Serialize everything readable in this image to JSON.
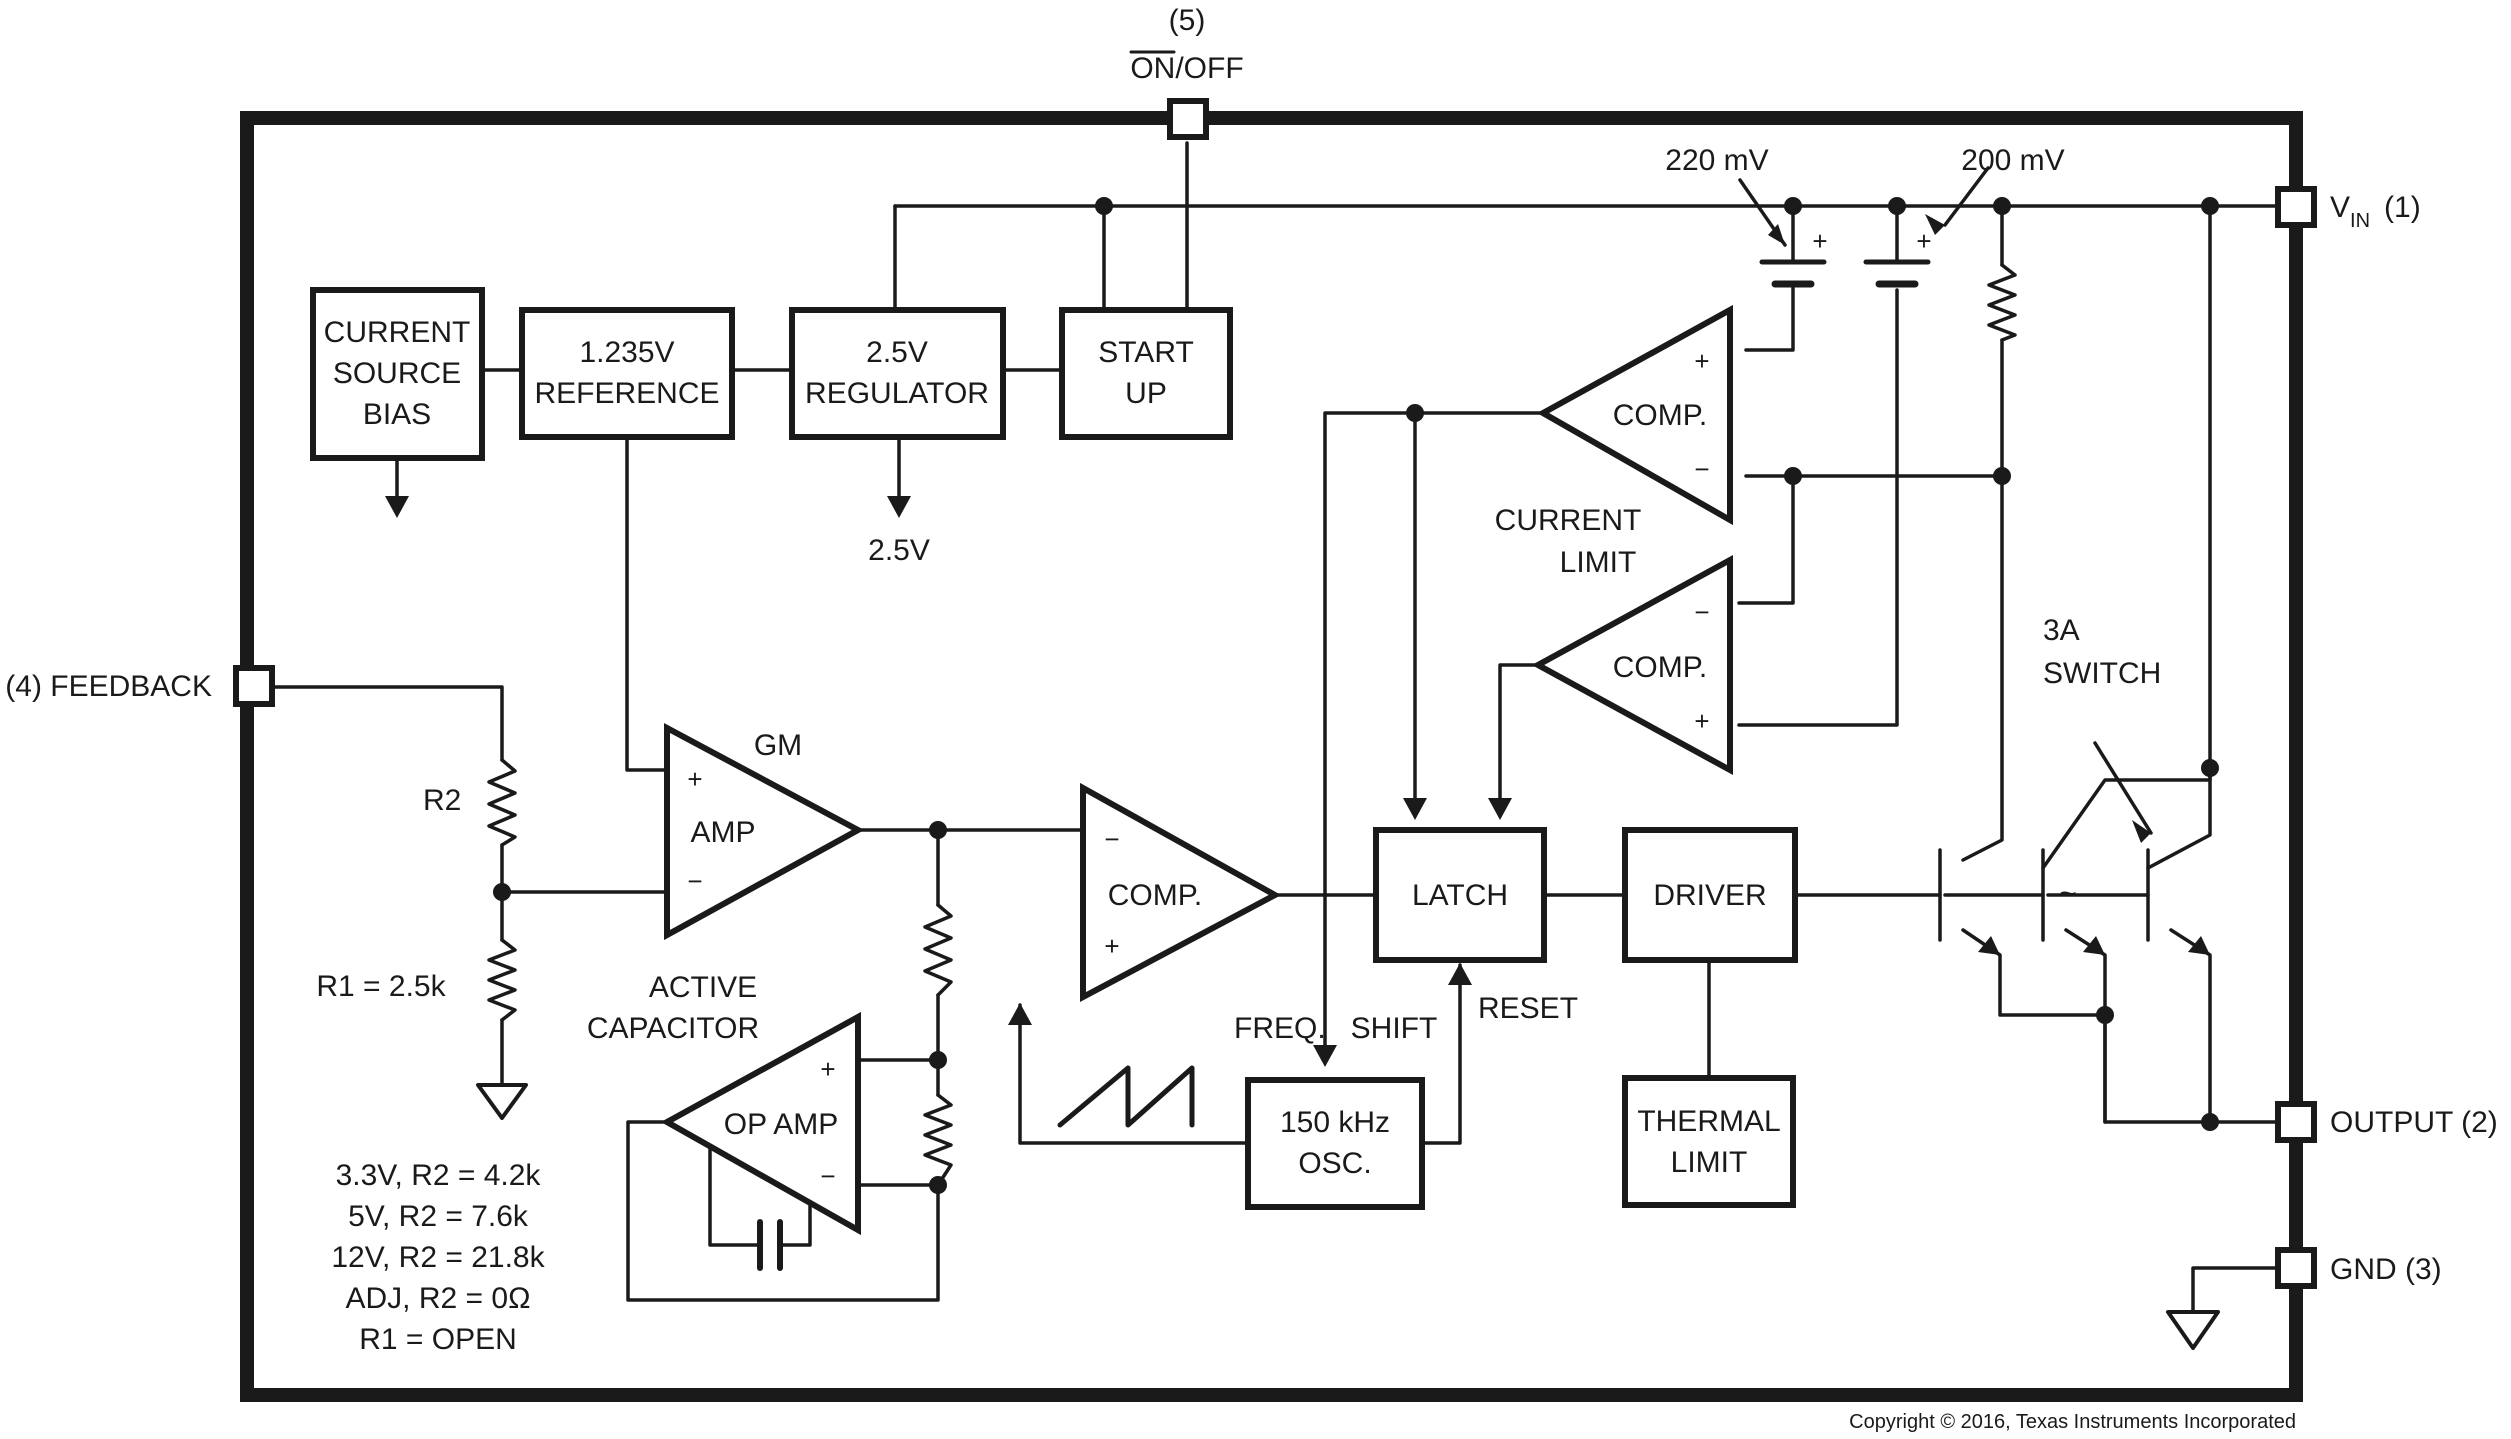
{
  "pins": {
    "on_off_number": "(5)",
    "on_off": "ON/OFF",
    "vin": "V",
    "vin_sub": "IN",
    "vin_number": "(1)",
    "feedback": "(4) FEEDBACK",
    "output": "OUTPUT (2)",
    "gnd": "GND (3)"
  },
  "blocks": {
    "current_source_bias": [
      "CURRENT",
      "SOURCE",
      "BIAS"
    ],
    "reference": [
      "1.235V",
      "REFERENCE"
    ],
    "regulator": [
      "2.5V",
      "REGULATOR"
    ],
    "start_up": [
      "START",
      "UP"
    ],
    "latch": "LATCH",
    "driver": "DRIVER",
    "oscillator": [
      "150 kHz",
      "OSC."
    ],
    "thermal_limit": [
      "THERMAL",
      "LIMIT"
    ]
  },
  "amps": {
    "comp_top": "COMP.",
    "comp_mid": "COMP.",
    "comp_main": "COMP.",
    "gm_amp_label": "GM",
    "gm_amp": "AMP",
    "op_amp": "OP AMP"
  },
  "labels": {
    "reg_out": "2.5V",
    "v220": "220 mV",
    "v200": "200 mV",
    "current_limit": [
      "CURRENT",
      "LIMIT"
    ],
    "switch": [
      "3A",
      "SWITCH"
    ],
    "active_capacitor": [
      "ACTIVE",
      "CAPACITOR"
    ],
    "freq_shift": "FREQ.   SHIFT",
    "reset": "RESET",
    "r2": "R2",
    "r1": "R1 = 2.5k",
    "plus": "+",
    "minus": "−",
    "tilde": "~"
  },
  "table": [
    "3.3V, R2 = 4.2k",
    "5V, R2 = 7.6k",
    "12V, R2 = 21.8k",
    "ADJ, R2 = 0Ω",
    "R1 = OPEN"
  ],
  "copyright": "Copyright © 2016, Texas Instruments Incorporated"
}
